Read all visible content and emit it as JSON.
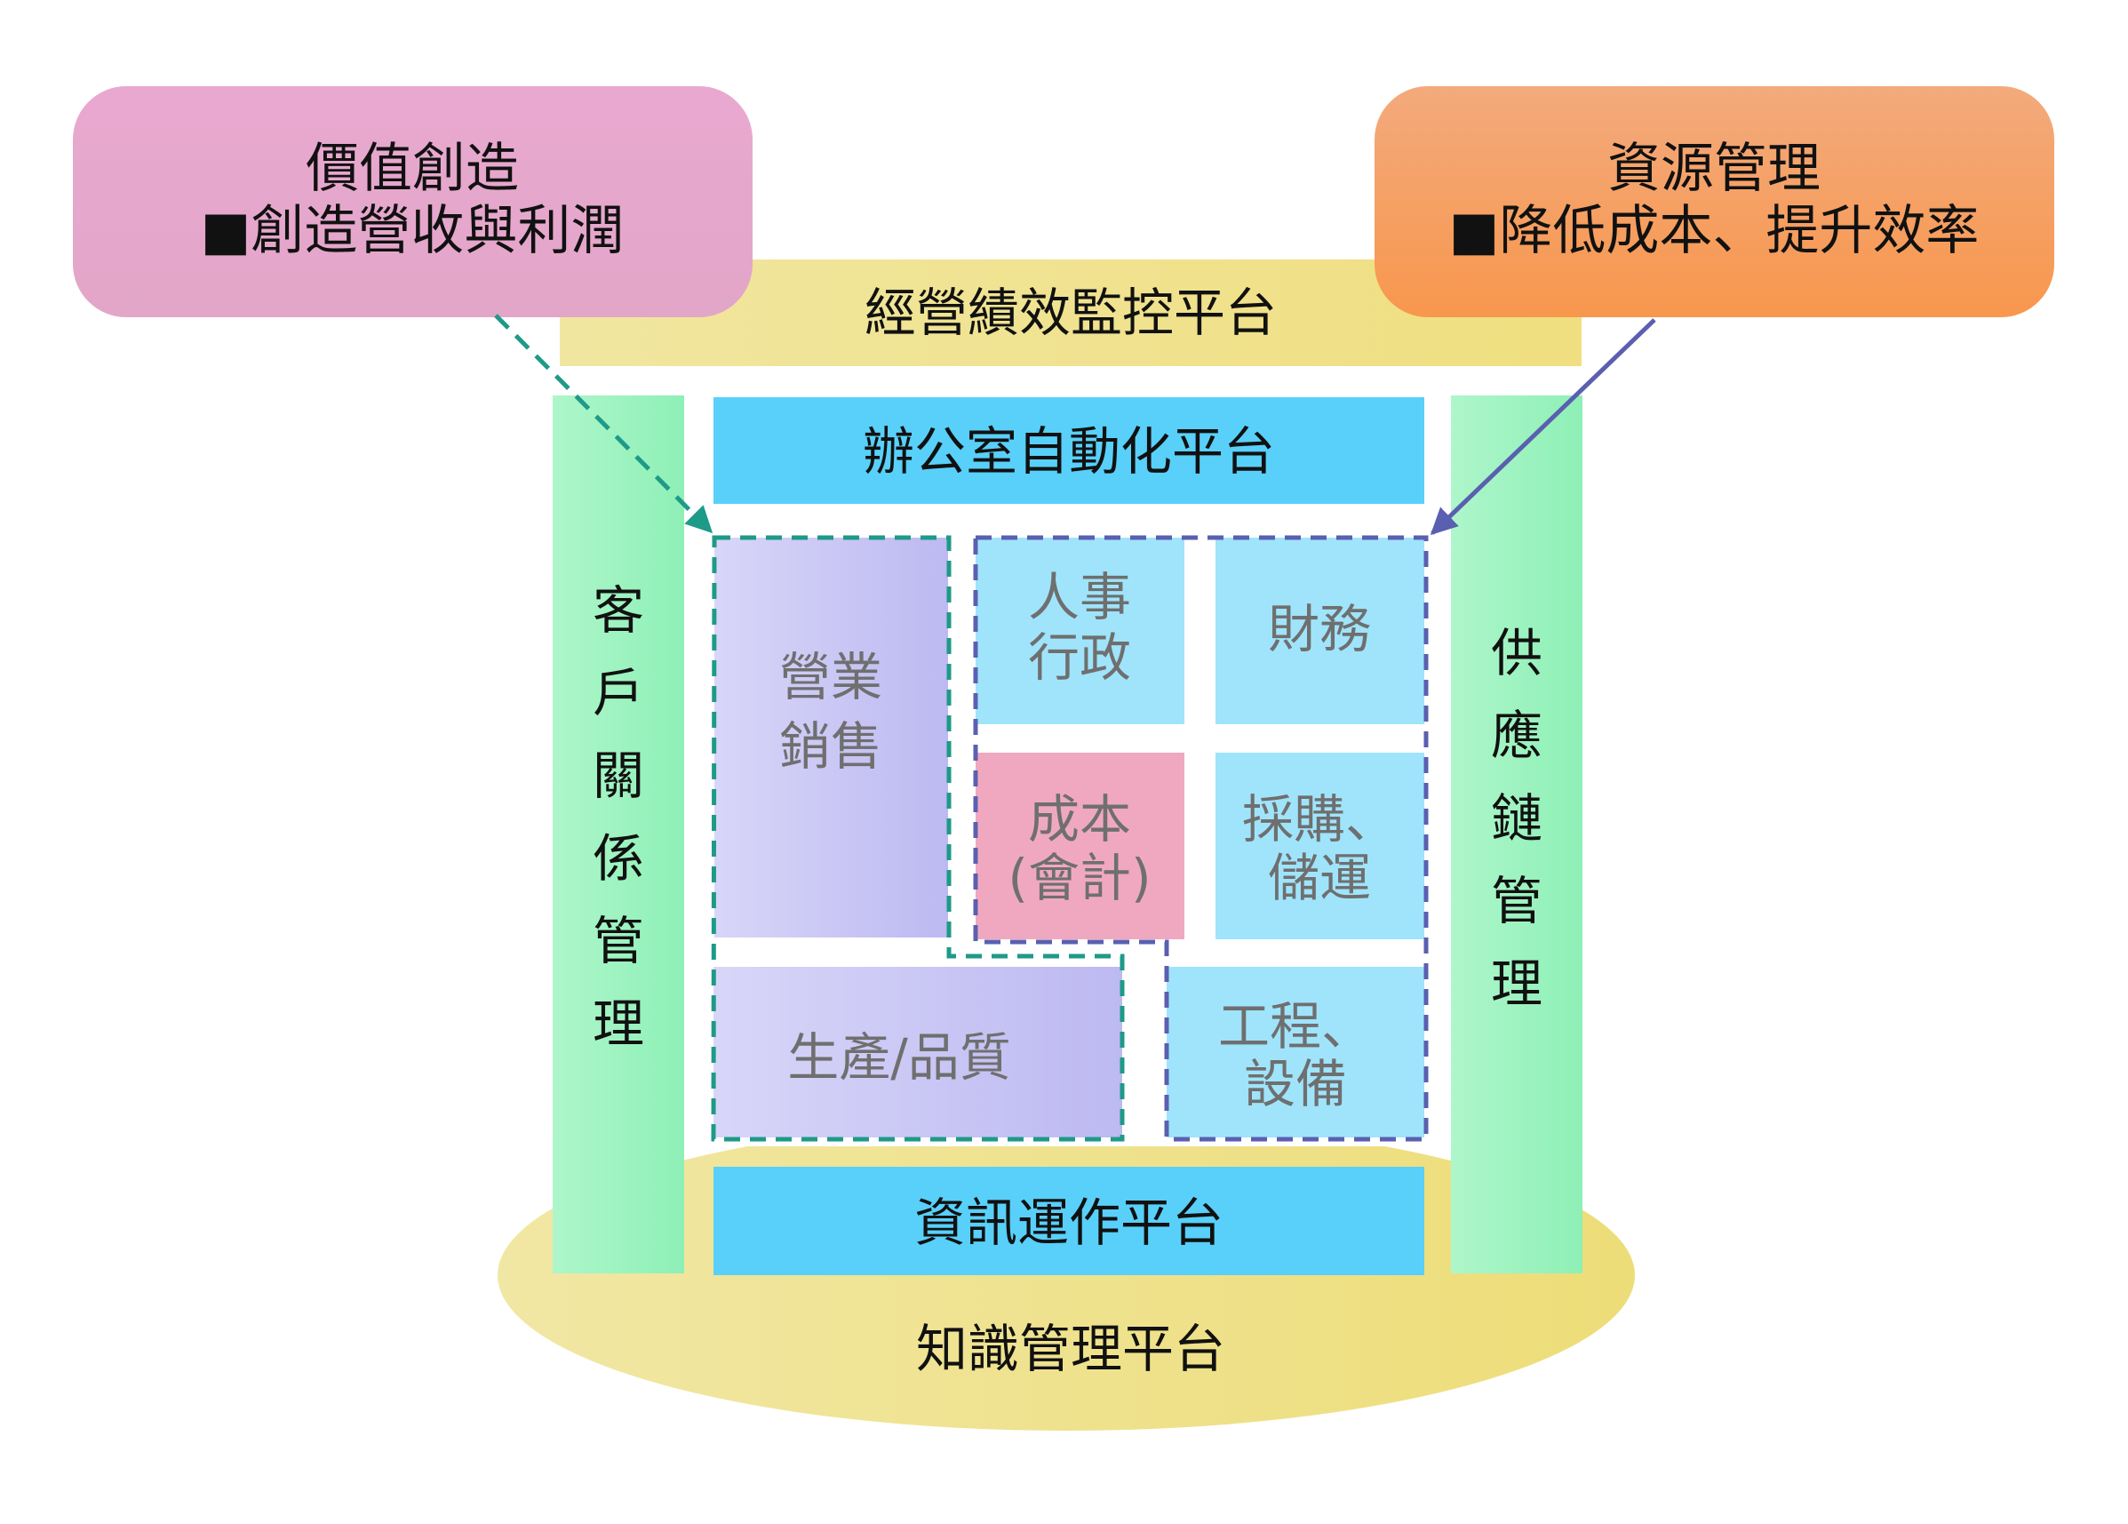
{
  "callouts": {
    "left": {
      "title": "價值創造",
      "subtitle": "■創造營收與利潤",
      "color": "#e6a8cb"
    },
    "right": {
      "title": "資源管理",
      "subtitle": "■降低成本、提升效率",
      "color": "#f6a06a"
    }
  },
  "platforms": {
    "performance": "經營績效監控平台",
    "office": "辦公室自動化平台",
    "info_ops": "資訊運作平台",
    "knowledge": "知識管理平台"
  },
  "pillars": {
    "left": [
      "客",
      "戶",
      "關",
      "係",
      "管",
      "理"
    ],
    "right": [
      "供",
      "應",
      "鏈",
      "管",
      "理"
    ]
  },
  "modules": {
    "sales": [
      "營業",
      "銷售"
    ],
    "hr": [
      "人事",
      "行政"
    ],
    "finance": "財務",
    "cost": [
      "成本",
      "(會計)"
    ],
    "purchasing": [
      "採購、",
      "儲運"
    ],
    "production": "生產/品質",
    "engineering": [
      "工程、",
      "設備"
    ]
  },
  "colors": {
    "platform_yellow": "#f0e38c",
    "platform_blue": "#58d0fa",
    "pillar_green": "#9df4c0",
    "module_purple": "#c8c6f4",
    "module_lightblue": "#9fe4fb",
    "module_pink": "#f0a8c0",
    "teal_dash": "#1e9a88",
    "indigo_dash": "#5a5fb0"
  }
}
